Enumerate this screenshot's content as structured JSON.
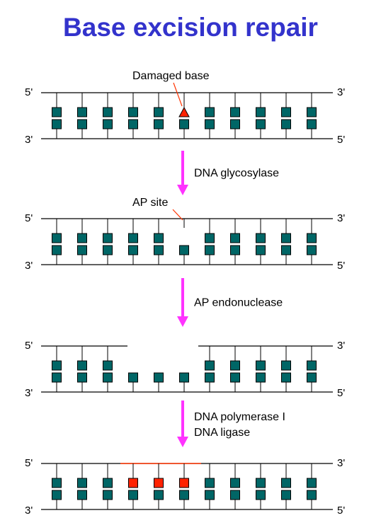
{
  "title": "Base excision repair",
  "colors": {
    "title": "#3333cc",
    "backbone": "#000000",
    "base": "#006666",
    "new_base": "#ff2200",
    "damaged": "#ff2200",
    "arrow": "#ff33ff",
    "pointer": "#ff3300"
  },
  "strand_ends": {
    "top_left": "5'",
    "top_right": "3'",
    "bottom_left": "3'",
    "bottom_right": "5'"
  },
  "labels": {
    "damaged_base": "Damaged base",
    "ap_site": "AP site"
  },
  "steps": [
    {
      "enzyme_lines": [
        "DNA glycosylase"
      ]
    },
    {
      "enzyme_lines": [
        "AP endonuclease"
      ]
    },
    {
      "enzyme_lines": [
        "DNA polymerase I",
        "DNA ligase"
      ]
    }
  ],
  "stages": [
    {
      "name": "damaged-dna",
      "bases": 11,
      "top_missing": [],
      "top_gap": null,
      "top_backbone_overlay": null,
      "special_top": {
        "index": 5,
        "type": "damaged"
      },
      "new_bases": []
    },
    {
      "name": "ap-site-dna",
      "bases": 11,
      "top_missing": [
        5
      ],
      "top_gap": null,
      "top_backbone_overlay": null,
      "special_top": null,
      "new_bases": []
    },
    {
      "name": "gapped-dna",
      "bases": 11,
      "top_missing": [
        3,
        4,
        5
      ],
      "top_gap": [
        3,
        5
      ],
      "top_backbone_overlay": null,
      "special_top": null,
      "new_bases": []
    },
    {
      "name": "repaired-dna",
      "bases": 11,
      "top_missing": [],
      "top_gap": null,
      "top_backbone_overlay": [
        3,
        5
      ],
      "special_top": null,
      "new_bases": [
        3,
        4,
        5
      ]
    }
  ]
}
